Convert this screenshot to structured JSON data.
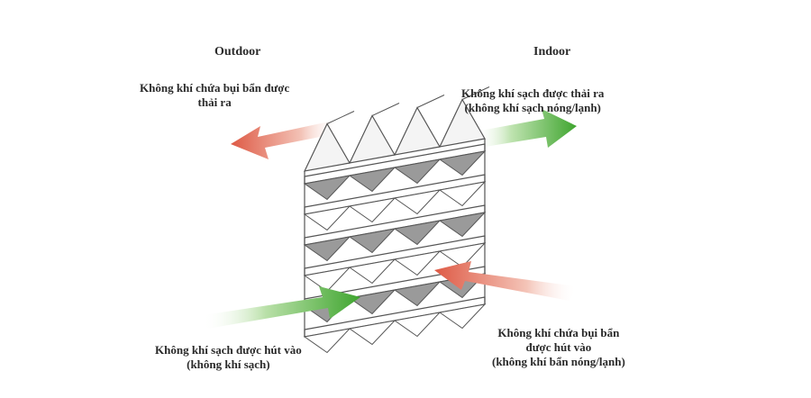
{
  "labels": {
    "outdoor": "Outdoor",
    "indoor": "Indoor",
    "exhaust_out": {
      "line1": "Không khí chứa bụi bẩn được",
      "line2": "thải ra"
    },
    "supply_in": {
      "line1": "Không khí sạch được thải ra",
      "line2": "(không khí sạch nóng/lạnh)"
    },
    "fresh_in": {
      "line1": "Không khí sạch được hút vào",
      "line2": "(không khí sạch)"
    },
    "return_in": {
      "line1": "Không khí chứa bụi bẩn",
      "line2": "được hút vào",
      "line3": "(không khí bẩn nóng/lạnh)"
    }
  },
  "colors": {
    "green_arrow": "#4caf3a",
    "red_arrow": "#e0614f",
    "layer_edge": "#555555",
    "layer_face": "#ffffff",
    "layer_shade": "#9a9a9a"
  },
  "icons": {
    "exhaust_arrow": "arrow-up-left-red",
    "supply_arrow": "arrow-up-right-green",
    "fresh_arrow": "arrow-up-right-green",
    "return_arrow": "arrow-down-left-red"
  }
}
